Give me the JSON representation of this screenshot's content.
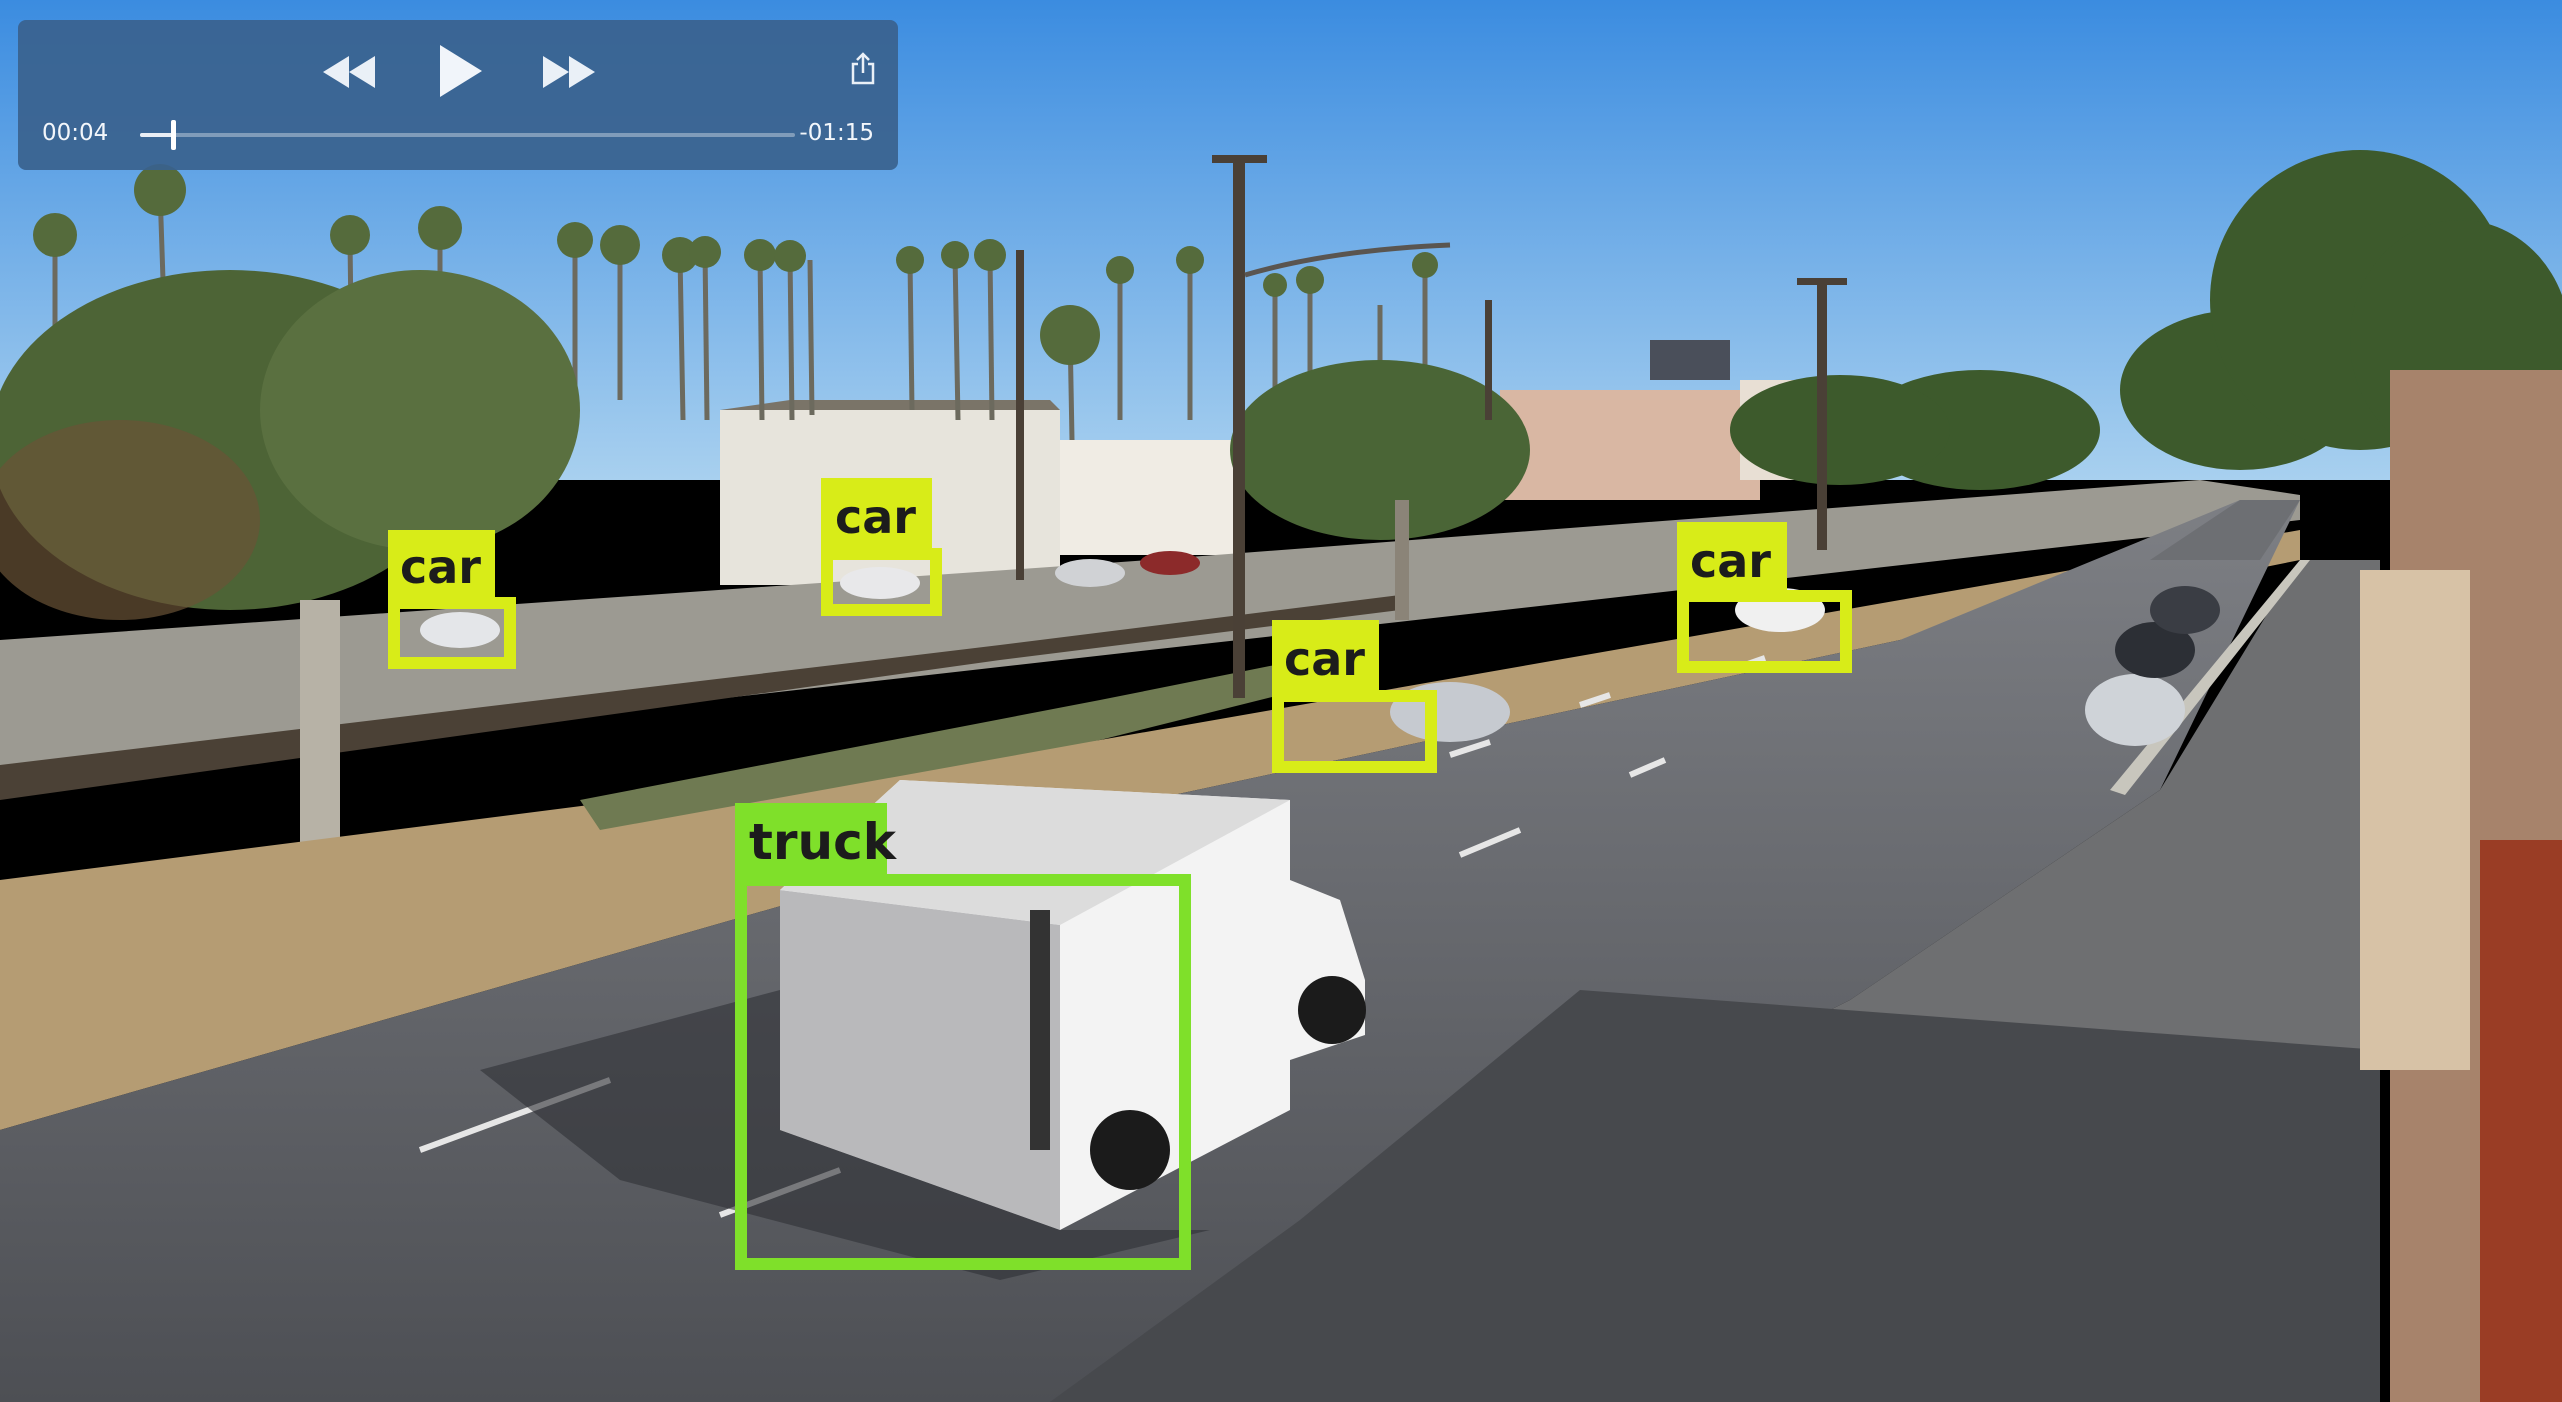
{
  "player": {
    "elapsed": "00:04",
    "remaining": "-01:15",
    "progress_fraction": 0.05,
    "buttons": {
      "rewind_icon": "rewind-icon",
      "play_icon": "play-icon",
      "fast_forward_icon": "fast-forward-icon",
      "share_icon": "share-icon"
    }
  },
  "detections": [
    {
      "label": "car"
    },
    {
      "label": "car"
    },
    {
      "label": "car"
    },
    {
      "label": "car"
    },
    {
      "label": "truck"
    }
  ],
  "colors": {
    "car_box": "#d8ec18",
    "truck_box": "#7fe02a",
    "controls_bg": "#3a628e"
  }
}
